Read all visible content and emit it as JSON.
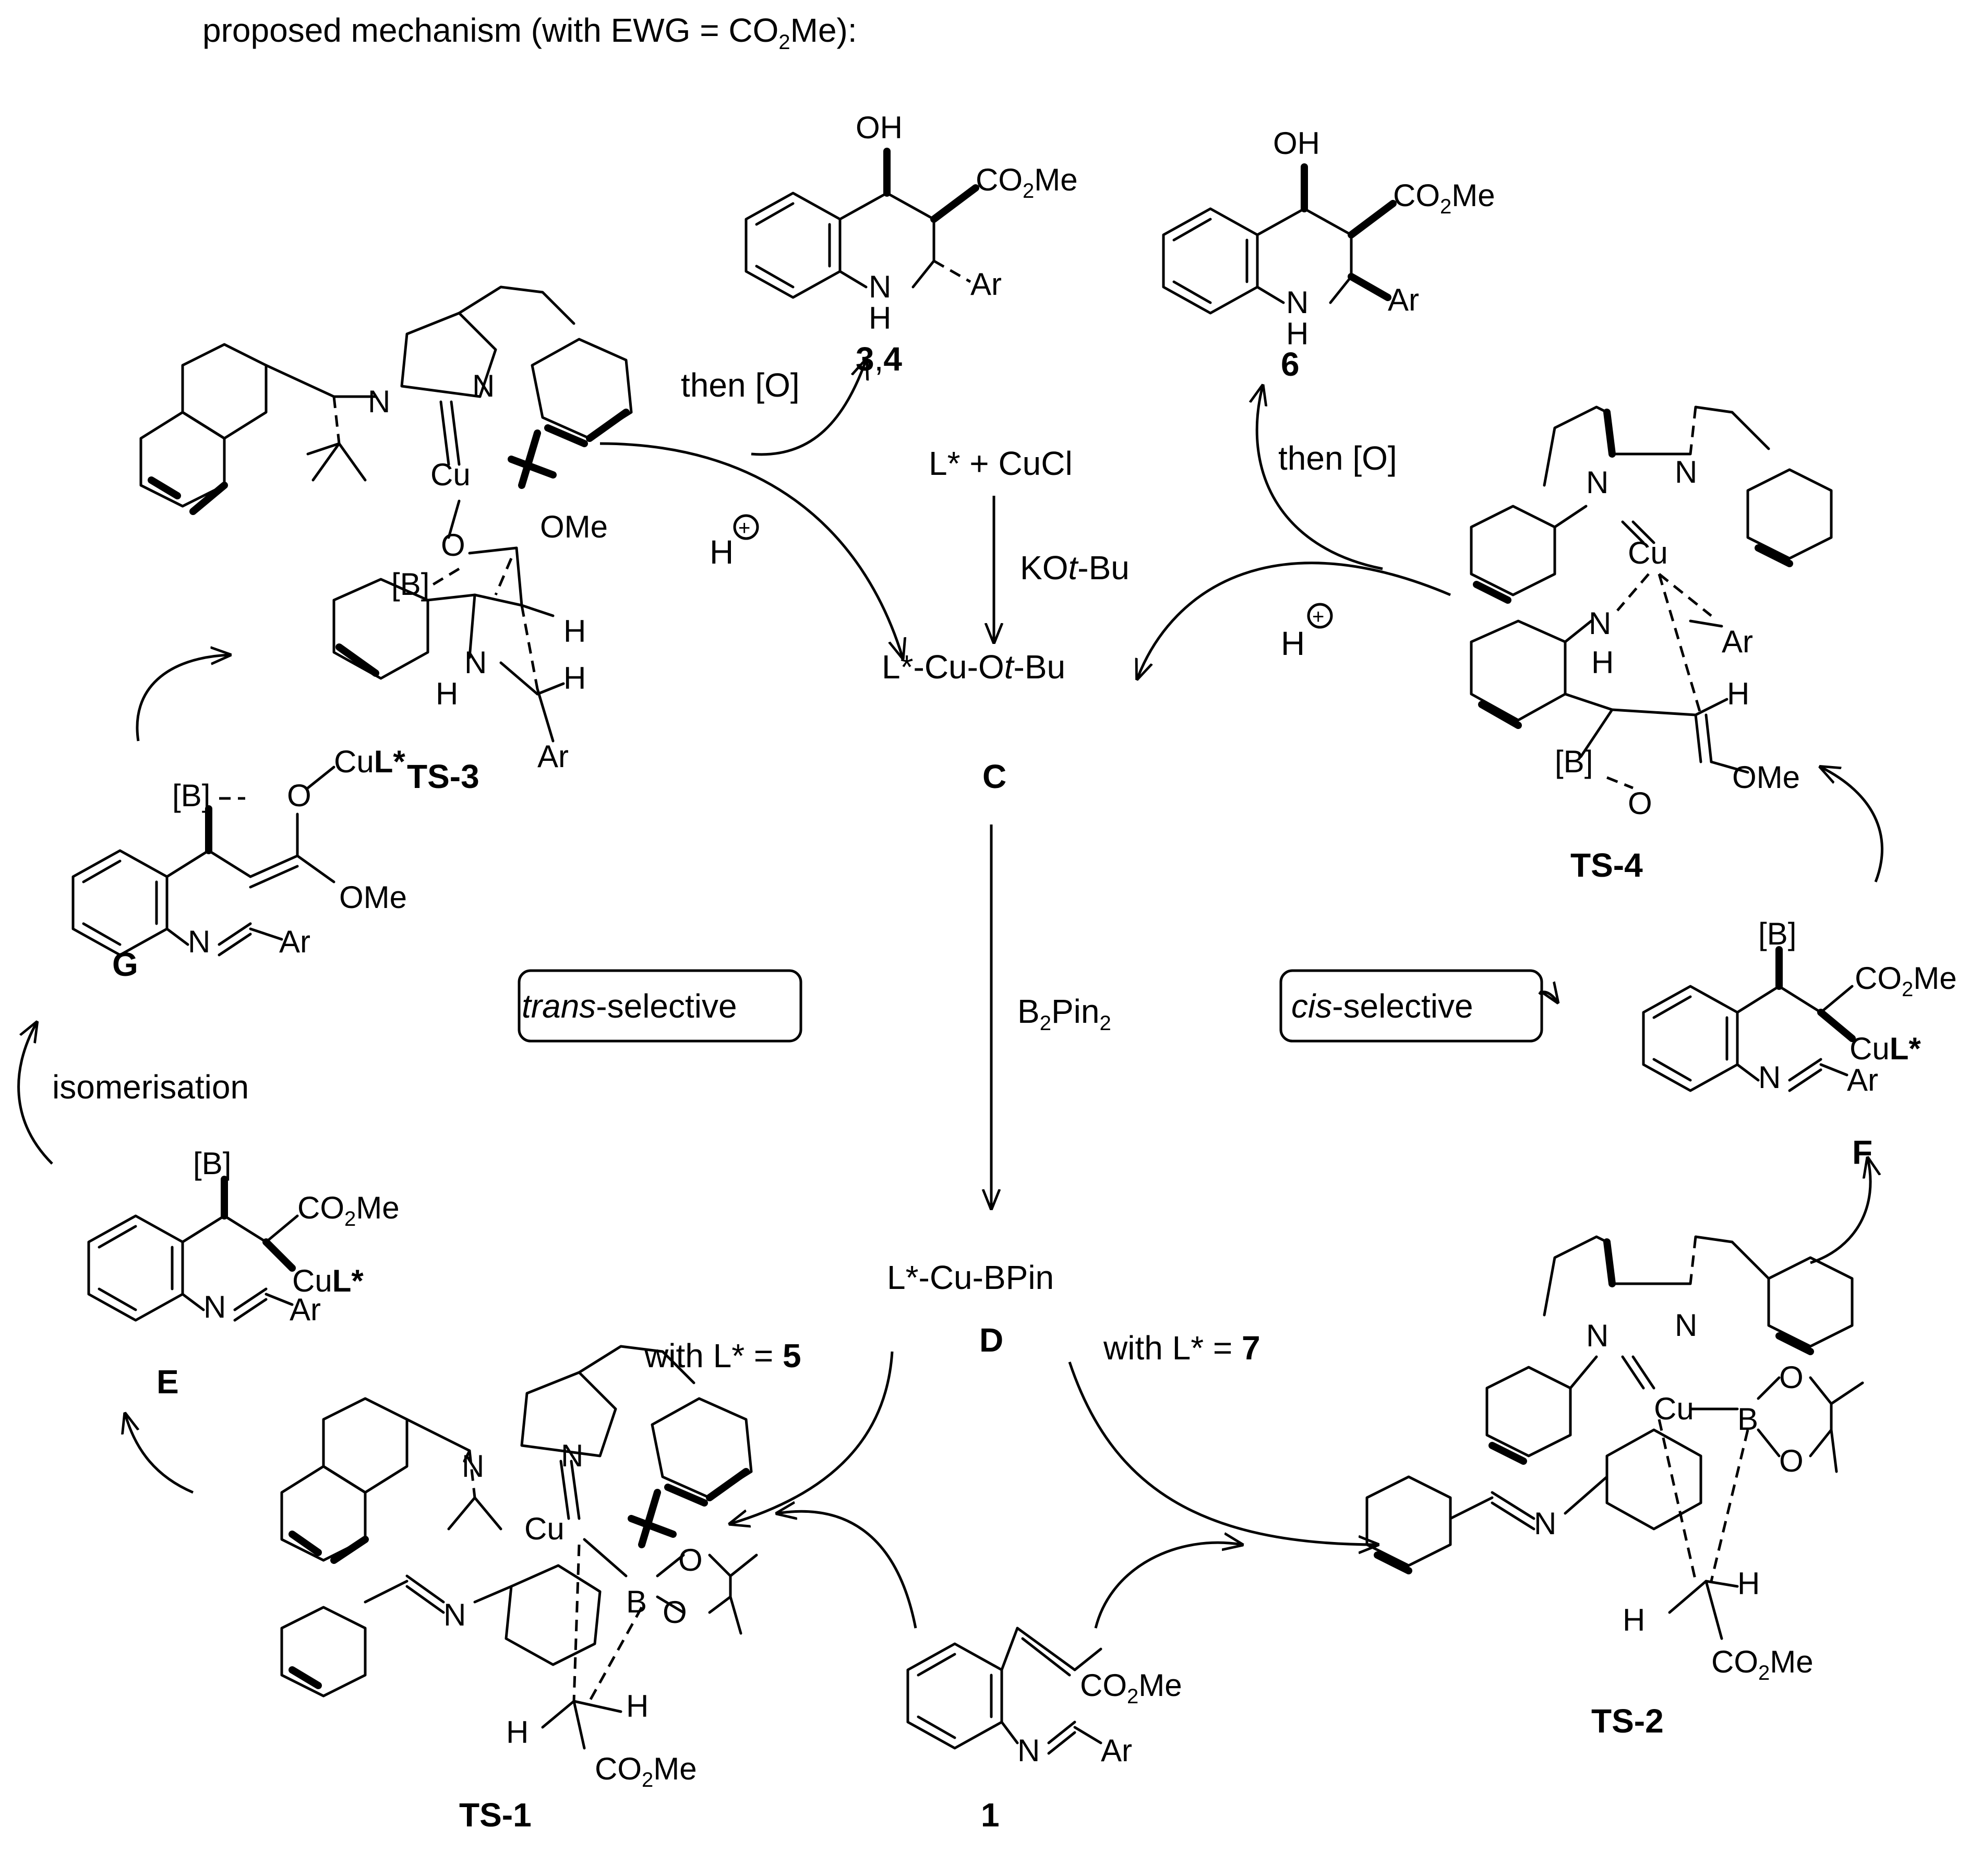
{
  "header": {
    "title": "proposed mechanism (with EWG = CO",
    "title_sub": "2",
    "title_end": "Me):"
  },
  "center": {
    "reagent1": "L* + CuCl",
    "reagent2_pre": "KO",
    "reagent2_it": "t",
    "reagent2_post": "-Bu",
    "C_pre": "L*-Cu-O",
    "C_it": "t",
    "C_post": "-Bu",
    "C_label": "C",
    "b2pin2_pre": "B",
    "b2pin2_sub1": "2",
    "b2pin2_mid": "Pin",
    "b2pin2_sub2": "2",
    "D": "L*-Cu-BPin",
    "D_label": "D",
    "with5_pre": "with L* = ",
    "with5_num": "5",
    "with7_pre": "with L* = ",
    "with7_num": "7"
  },
  "boxes": {
    "trans_it": "trans",
    "trans_rest": "-selective",
    "cis_it": "cis",
    "cis_rest": "-selective"
  },
  "conditions": {
    "then_o_left": "then [O]",
    "then_o_right": "then [O]",
    "isomerisation": "isomerisation",
    "H_plus": "H"
  },
  "labels": {
    "p34_a": "3",
    "p34_sep": ",",
    "p34_b": "4",
    "p6": "6",
    "TS1": "TS-1",
    "TS2": "TS-2",
    "TS3": "TS-3",
    "TS4": "TS-4",
    "E": "E",
    "F": "F",
    "G": "G",
    "s1": "1"
  },
  "atoms": {
    "OH": "OH",
    "CO2Me_pre": "CO",
    "CO2Me_sub": "2",
    "CO2Me_post": "Me",
    "NH_N": "N",
    "NH_H": "H",
    "Ar": "Ar",
    "N": "N",
    "Cu": "Cu",
    "O": "O",
    "OMe": "OMe",
    "B_br": "[B]",
    "H": "H",
    "CuL_pre": "Cu",
    "CuL_bold": "L*",
    "B": "B"
  }
}
